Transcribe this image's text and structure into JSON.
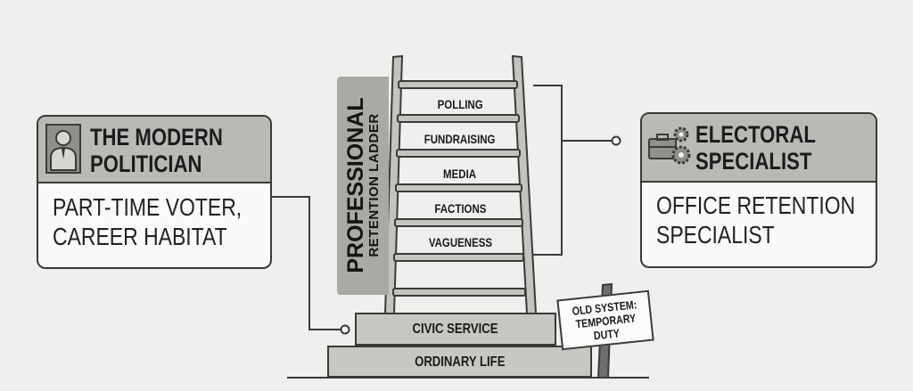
{
  "left_card": {
    "title_line1": "THE MODERN",
    "title_line2": "POLITICIAN",
    "body_line1": "PART-TIME VOTER,",
    "body_line2": "CAREER HABITAT",
    "icon": "person-icon"
  },
  "right_card": {
    "title_line1": "ELECTORAL",
    "title_line2": "SPECIALIST",
    "body_line1": "OFFICE RETENTION",
    "body_line2": "SPECIALIST",
    "icon": "briefcase-gears-icon"
  },
  "ladder": {
    "label_line1": "PROFESSIONAL",
    "label_line2": "RETENTION LADDER",
    "rungs": [
      "POLLING",
      "FUNDRAISING",
      "MEDIA",
      "FACTIONS",
      "VAGUENESS"
    ]
  },
  "steps": {
    "top": "CIVIC SERVICE",
    "bottom": "ORDINARY LIFE"
  },
  "sign": {
    "line1": "OLD SYSTEM:",
    "line2": "TEMPORARY",
    "line3": "DUTY"
  },
  "colors": {
    "background": "#efefed",
    "header_gray": "#b9b9b6",
    "panel_gray": "#a9a9a6",
    "step_gray": "#c7c7c4",
    "outline": "#3a3a3a"
  }
}
